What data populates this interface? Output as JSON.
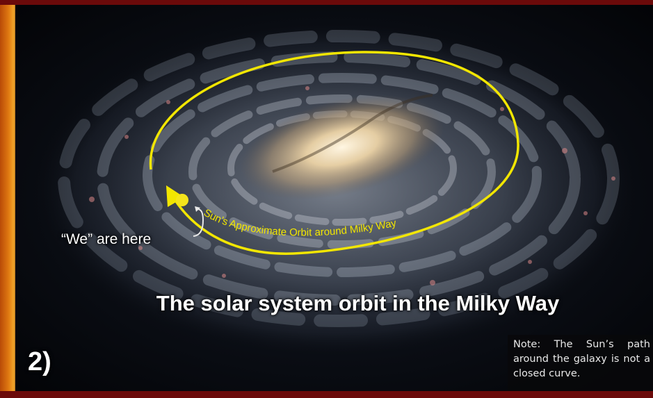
{
  "slide": {
    "title": "The solar system orbit in the Milky Way",
    "number": "2)"
  },
  "galaxy_image": {
    "location_label": "“We” are here",
    "orbit_label": "Sun’s Approximate Orbit around Milky Way"
  },
  "note": {
    "text": "Note: The Sun’s path around the galaxy is not a closed curve."
  },
  "colors": {
    "orbit": "#f2e600",
    "frame": "#6b0a0a",
    "sun_marker": "#f4e41c"
  }
}
